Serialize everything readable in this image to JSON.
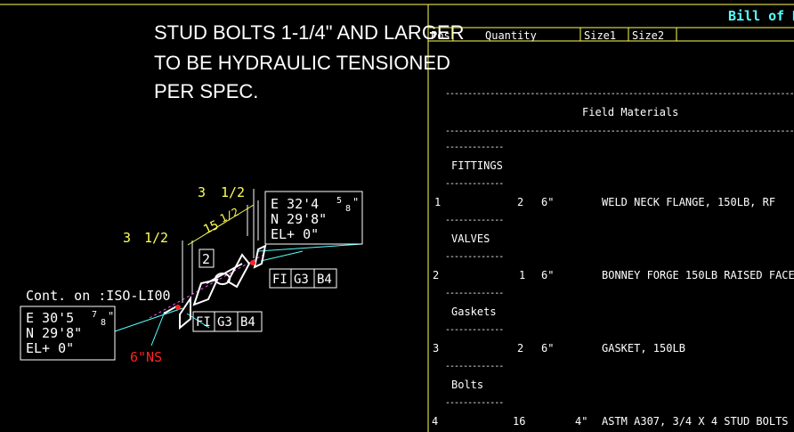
{
  "colors": {
    "background": "#000000",
    "border": "#ffff55",
    "leader": "#55ffff",
    "dimension": "#ffff55",
    "weld": "#ff2222",
    "text": "#ffffff",
    "pipe": "#ffffff"
  },
  "note": {
    "lines": [
      "STUD BOLTS 1-1/4\" AND LARGER",
      "TO BE HYDRAULIC TENSIONED",
      "PER SPEC."
    ]
  },
  "drawing": {
    "coord_top": {
      "e": "E 32'4",
      "e_frac_num": "5",
      "e_frac_den": "8",
      "e_tail": "\"",
      "n": "N 29'8\"",
      "el": "EL+ 0\""
    },
    "coord_bottom": {
      "e": "E 30'5",
      "e_frac_num": "7",
      "e_frac_den": "8",
      "e_tail": "\"",
      "n": "N 29'8\"",
      "el": "EL+ 0\""
    },
    "continuation": "Cont. on :ISO-LI00",
    "dim_upper_left": "3 ",
    "dim_upper_left_frac": "1/2",
    "dim_lower_left": "3 ",
    "dim_lower_left_frac": "1/2",
    "dim_diag": "15 ",
    "dim_diag_frac": "1/2",
    "tag_number": "2",
    "tag_top": [
      "FI",
      "G3",
      "B4"
    ],
    "tag_bottom": [
      "FI",
      "G3",
      "B4"
    ],
    "size_label": "6\"NS"
  },
  "bom": {
    "title": "Bill of M",
    "headers": {
      "pos": "Pos",
      "quantity": "Quantity",
      "size1": "Size1",
      "size2": "Size2"
    },
    "dash_long": "------------------------------------------------------------------------------------------------------------",
    "dash_short": "-------------",
    "section_title": "Field Materials",
    "groups": [
      {
        "name": "FITTINGS",
        "row": {
          "pos": "1",
          "qty": "2",
          "size1": "6\"",
          "size2": "",
          "desc": "WELD NECK FLANGE, 150LB, RF"
        }
      },
      {
        "name": "VALVES",
        "row": {
          "pos": "2",
          "qty": "1",
          "size1": "6\"",
          "size2": "",
          "desc": "BONNEY FORGE 150LB RAISED FACE"
        }
      },
      {
        "name": "Gaskets",
        "row": {
          "pos": "3",
          "qty": "2",
          "size1": "6\"",
          "size2": "",
          "desc": "GASKET, 150LB"
        }
      },
      {
        "name": "Bolts",
        "row": {
          "pos": "4",
          "qty": "16",
          "size1": "",
          "size2": "4\"",
          "desc": "ASTM A307, 3/4 X 4  STUD BOLTS"
        }
      }
    ]
  }
}
